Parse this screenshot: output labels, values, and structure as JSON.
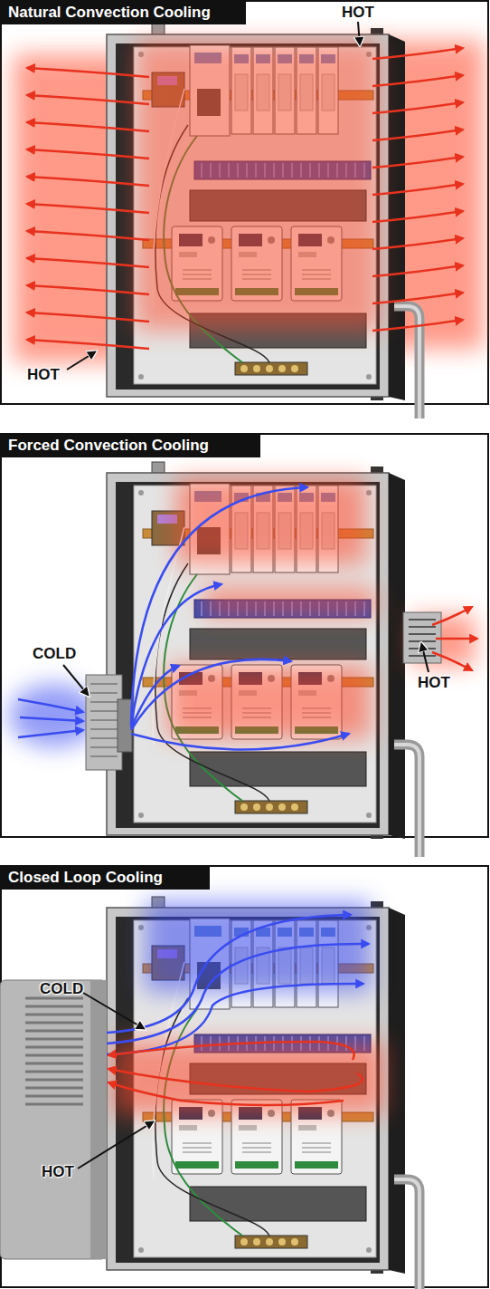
{
  "diagram": {
    "nodes": [
      {
        "text": [
          "Natural Convection Cooling"
        ]
      },
      {
        "text": [
          "Forced Convection Cooling"
        ]
      },
      {
        "text": [
          "Closed Loop Cooling"
        ]
      }
    ],
    "labels": [
      "HOT",
      "HOT",
      "COLD",
      "HOT",
      "COLD",
      "HOT"
    ]
  }
}
